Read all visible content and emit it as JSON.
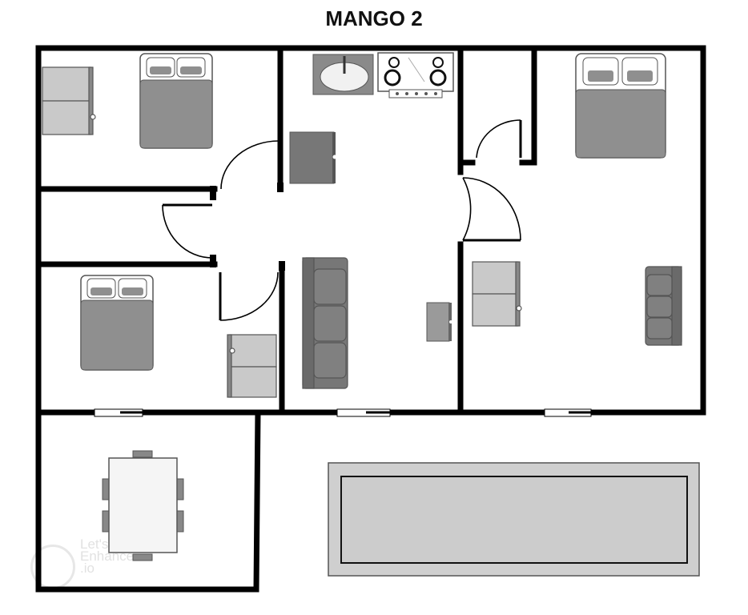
{
  "plan": {
    "title": "MANGO 2"
  },
  "watermark": {
    "line1": "Let's",
    "line2": "Enhance",
    "line3": ".io"
  },
  "colors": {
    "wall": "#000000",
    "furniture": "#8a8a8a",
    "furniture_light": "#c9c9c9",
    "pool_fill": "#cccccc"
  }
}
